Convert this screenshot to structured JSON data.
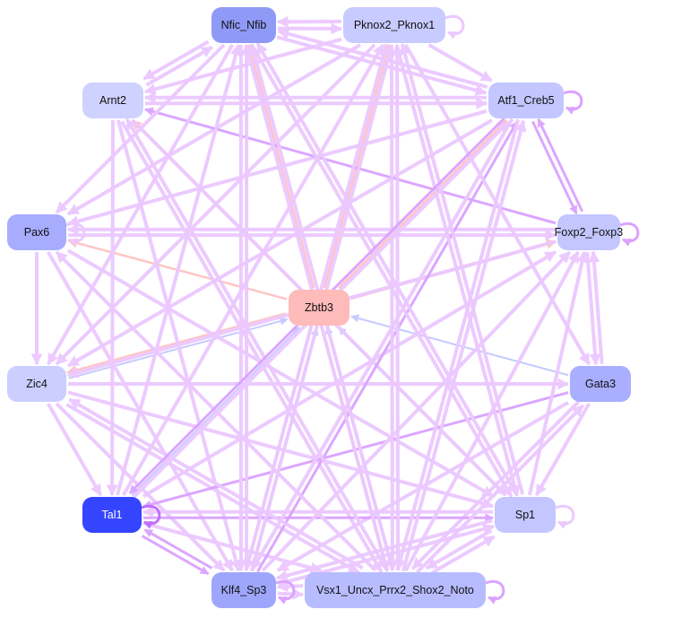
{
  "colors": {
    "edge_light": "#ebc8ff",
    "edge_mid": "#dba2ff",
    "edge_dark": "#c070ff",
    "edge_out_zbtb3": "#ffc2c2",
    "edge_in_zbtb3": "#c2c8ff"
  },
  "nodes": [
    {
      "id": "nfic",
      "label": "Nfic_Nfib",
      "fill": "#8f9af7",
      "text": "#111"
    },
    {
      "id": "pknox",
      "label": "Pknox2_Pknox1",
      "fill": "#c8cbff",
      "text": "#111"
    },
    {
      "id": "arnt2",
      "label": "Arnt2",
      "fill": "#cfd1ff",
      "text": "#111"
    },
    {
      "id": "atf1",
      "label": "Atf1_Creb5",
      "fill": "#c3c6ff",
      "text": "#111"
    },
    {
      "id": "pax6",
      "label": "Pax6",
      "fill": "#a7acff",
      "text": "#111"
    },
    {
      "id": "foxp",
      "label": "Foxp2_Foxp3",
      "fill": "#c3c6ff",
      "text": "#111"
    },
    {
      "id": "zbtb3",
      "label": "Zbtb3",
      "fill": "#ffbaba",
      "text": "#111"
    },
    {
      "id": "zic4",
      "label": "Zic4",
      "fill": "#cbceff",
      "text": "#111"
    },
    {
      "id": "gata3",
      "label": "Gata3",
      "fill": "#a9aeff",
      "text": "#111"
    },
    {
      "id": "tal1",
      "label": "Tal1",
      "fill": "#3545ff",
      "text": "#ffffff"
    },
    {
      "id": "sp1",
      "label": "Sp1",
      "fill": "#c3c6ff",
      "text": "#111"
    },
    {
      "id": "klf4",
      "label": "Klf4_Sp3",
      "fill": "#9ea6fc",
      "text": "#111"
    },
    {
      "id": "vsx1",
      "label": "Vsx1_Uncx_Prrx2_Shox2_Noto",
      "fill": "#b7bcff",
      "text": "#111"
    }
  ],
  "edges": [
    [
      "zbtb3",
      "nfic",
      "out"
    ],
    [
      "zbtb3",
      "arnt2",
      "out"
    ],
    [
      "zbtb3",
      "pax6",
      "out"
    ],
    [
      "zbtb3",
      "zic4",
      "out"
    ],
    [
      "zbtb3",
      "foxp",
      "out"
    ],
    [
      "zbtb3",
      "atf1",
      "out"
    ],
    [
      "zbtb3",
      "pknox",
      "out"
    ],
    [
      "zbtb3",
      "vsx1",
      "out"
    ],
    [
      "zbtb3",
      "klf4",
      "out"
    ],
    [
      "tal1",
      "zbtb3",
      "in"
    ],
    [
      "klf4",
      "zbtb3",
      "in"
    ],
    [
      "sp1",
      "zbtb3",
      "in"
    ],
    [
      "gata3",
      "zbtb3",
      "in"
    ],
    [
      "zic4",
      "zbtb3",
      "in"
    ],
    [
      "vsx1",
      "zbtb3",
      "in"
    ],
    [
      "nfic",
      "pknox",
      "light"
    ],
    [
      "pknox",
      "nfic",
      "light"
    ],
    [
      "nfic",
      "atf1",
      "light"
    ],
    [
      "atf1",
      "nfic",
      "light"
    ],
    [
      "pknox",
      "atf1",
      "light"
    ],
    [
      "atf1",
      "arnt2",
      "light"
    ],
    [
      "arnt2",
      "atf1",
      "light"
    ],
    [
      "pknox",
      "arnt2",
      "light"
    ],
    [
      "nfic",
      "arnt2",
      "light"
    ],
    [
      "arnt2",
      "nfic",
      "light"
    ],
    [
      "atf1",
      "pax6",
      "light"
    ],
    [
      "atf1",
      "zic4",
      "light"
    ],
    [
      "pknox",
      "pax6",
      "light"
    ],
    [
      "pknox",
      "zic4",
      "light"
    ],
    [
      "foxp",
      "pax6",
      "light"
    ],
    [
      "pax6",
      "foxp",
      "light"
    ],
    [
      "foxp",
      "atf1",
      "mid"
    ],
    [
      "atf1",
      "foxp",
      "mid"
    ],
    [
      "foxp",
      "arnt2",
      "mid"
    ],
    [
      "foxp",
      "zic4",
      "light"
    ],
    [
      "foxp",
      "gata3",
      "light"
    ],
    [
      "gata3",
      "foxp",
      "light"
    ],
    [
      "pax6",
      "zic4",
      "light"
    ],
    [
      "pax6",
      "klf4",
      "light"
    ],
    [
      "pax6",
      "sp1",
      "light"
    ],
    [
      "arnt2",
      "klf4",
      "light"
    ],
    [
      "arnt2",
      "vsx1",
      "light"
    ],
    [
      "arnt2",
      "sp1",
      "light"
    ],
    [
      "arnt2",
      "tal1",
      "light"
    ],
    [
      "zic4",
      "gata3",
      "light"
    ],
    [
      "zic4",
      "sp1",
      "light"
    ],
    [
      "zic4",
      "vsx1",
      "light"
    ],
    [
      "zic4",
      "tal1",
      "light"
    ],
    [
      "zic4",
      "klf4",
      "light"
    ],
    [
      "gata3",
      "tal1",
      "mid"
    ],
    [
      "gata3",
      "vsx1",
      "light"
    ],
    [
      "gata3",
      "klf4",
      "light"
    ],
    [
      "gata3",
      "sp1",
      "light"
    ],
    [
      "tal1",
      "sp1",
      "mid"
    ],
    [
      "sp1",
      "tal1",
      "light"
    ],
    [
      "tal1",
      "klf4",
      "mid"
    ],
    [
      "klf4",
      "tal1",
      "mid"
    ],
    [
      "tal1",
      "vsx1",
      "light"
    ],
    [
      "tal1",
      "foxp",
      "light"
    ],
    [
      "tal1",
      "atf1",
      "light"
    ],
    [
      "tal1",
      "pknox",
      "light"
    ],
    [
      "tal1",
      "nfic",
      "light"
    ],
    [
      "klf4",
      "vsx1",
      "light"
    ],
    [
      "vsx1",
      "klf4",
      "light"
    ],
    [
      "klf4",
      "nfic",
      "light"
    ],
    [
      "klf4",
      "pknox",
      "light"
    ],
    [
      "klf4",
      "atf1",
      "mid"
    ],
    [
      "klf4",
      "foxp",
      "light"
    ],
    [
      "klf4",
      "sp1",
      "light"
    ],
    [
      "vsx1",
      "nfic",
      "light"
    ],
    [
      "vsx1",
      "pknox",
      "light"
    ],
    [
      "vsx1",
      "atf1",
      "light"
    ],
    [
      "vsx1",
      "foxp",
      "light"
    ],
    [
      "vsx1",
      "arnt2",
      "light"
    ],
    [
      "vsx1",
      "pax6",
      "light"
    ],
    [
      "vsx1",
      "gata3",
      "light"
    ],
    [
      "vsx1",
      "sp1",
      "light"
    ],
    [
      "vsx1",
      "zic4",
      "light"
    ],
    [
      "sp1",
      "vsx1",
      "light"
    ],
    [
      "sp1",
      "klf4",
      "light"
    ],
    [
      "sp1",
      "foxp",
      "light"
    ],
    [
      "sp1",
      "pknox",
      "light"
    ],
    [
      "sp1",
      "nfic",
      "light"
    ],
    [
      "nfic",
      "klf4",
      "light"
    ],
    [
      "nfic",
      "vsx1",
      "light"
    ],
    [
      "nfic",
      "sp1",
      "light"
    ],
    [
      "pknox",
      "klf4",
      "light"
    ],
    [
      "pknox",
      "vsx1",
      "light"
    ],
    [
      "pknox",
      "sp1",
      "light"
    ],
    [
      "pknox",
      "gata3",
      "light"
    ],
    [
      "nfic",
      "pax6",
      "light"
    ],
    [
      "nfic",
      "zic4",
      "light"
    ],
    [
      "atf1",
      "vsx1",
      "light"
    ],
    [
      "atf1",
      "klf4",
      "light"
    ],
    [
      "atf1",
      "tal1",
      "mid"
    ]
  ],
  "self_loops": [
    [
      "pknox",
      "light"
    ],
    [
      "atf1",
      "mid"
    ],
    [
      "foxp",
      "mid"
    ],
    [
      "sp1",
      "light"
    ],
    [
      "tal1",
      "dark"
    ],
    [
      "klf4",
      "mid"
    ],
    [
      "vsx1",
      "mid"
    ],
    [
      "pax6",
      "light"
    ]
  ]
}
